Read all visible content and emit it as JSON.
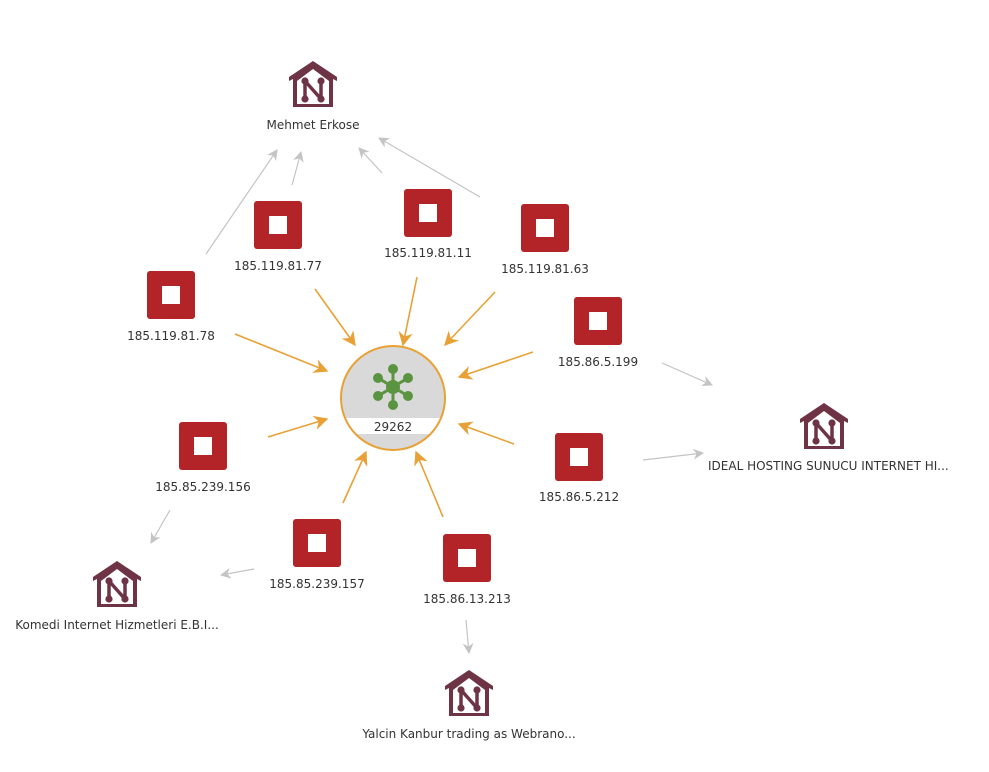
{
  "colors": {
    "ip": "#b22427",
    "owner": "#6e3345",
    "asn_fill": "#d9d9d9",
    "asn_stroke": "#e8a136",
    "asn_icon": "#5a9440",
    "edge_in": "#e8a136",
    "edge_owner": "#c4c4c4"
  },
  "center": {
    "id": "asn",
    "label": "29262",
    "icon": "network-hub-icon"
  },
  "ips": [
    {
      "id": "ip77",
      "label": "185.119.81.77",
      "owner": "mehmet"
    },
    {
      "id": "ip11",
      "label": "185.119.81.11",
      "owner": "mehmet"
    },
    {
      "id": "ip63",
      "label": "185.119.81.63",
      "owner": "mehmet"
    },
    {
      "id": "ip78",
      "label": "185.119.81.78",
      "owner": "mehmet"
    },
    {
      "id": "ip199",
      "label": "185.86.5.199",
      "owner": "ideal"
    },
    {
      "id": "ip156",
      "label": "185.85.239.156",
      "owner": "komedi"
    },
    {
      "id": "ip212",
      "label": "185.86.5.212",
      "owner": "ideal"
    },
    {
      "id": "ip157",
      "label": "185.85.239.157",
      "owner": "komedi"
    },
    {
      "id": "ip213",
      "label": "185.86.13.213",
      "owner": "yalcin"
    }
  ],
  "owners": [
    {
      "id": "mehmet",
      "label": "Mehmet Erkose"
    },
    {
      "id": "ideal",
      "label": "IDEAL HOSTING SUNUCU INTERNET HI..."
    },
    {
      "id": "komedi",
      "label": "Komedi Internet Hizmetleri E.B.I..."
    },
    {
      "id": "yalcin",
      "label": "Yalcin Kanbur trading as Webrano..."
    }
  ]
}
